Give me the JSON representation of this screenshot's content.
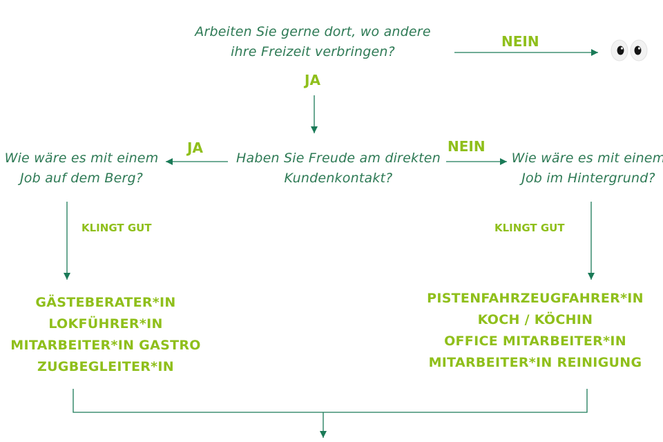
{
  "flowchart": {
    "q_start": {
      "line1": "Arbeiten Sie gerne dort, wo andere",
      "line2": "ihre Freizeit verbringen?"
    },
    "q_customer": {
      "line1": "Haben Sie Freude am direkten",
      "line2": "Kundenkontakt?"
    },
    "q_mountain": {
      "line1": "Wie wäre es mit einem",
      "line2": "Job auf dem Berg?"
    },
    "q_background": {
      "line1": "Wie wäre es mit einem",
      "line2": "Job im Hintergrund?"
    },
    "edges": {
      "start_no": "NEIN",
      "start_yes": "JA",
      "customer_yes": "JA",
      "customer_no": "NEIN",
      "mountain_ok": "KLINGT GUT",
      "background_ok": "KLINGT GUT"
    },
    "jobs_left": [
      "GÄSTEBERATER*IN",
      "LOKFÜHRER*IN",
      "MITARBEITER*IN GASTRO",
      "ZUGBEGLEITER*IN"
    ],
    "jobs_right": [
      "PISTENFAHRZEUGFAHRER*IN",
      "KOCH / KÖCHIN",
      "OFFICE MITARBEITER*IN",
      "MITARBEITER*IN REINIGUNG"
    ],
    "eyes_icon": "eyes-icon",
    "colors": {
      "line_green": "#1a7a57",
      "text_green": "#2e7a55",
      "accent_lime": "#8fbf1b"
    }
  }
}
